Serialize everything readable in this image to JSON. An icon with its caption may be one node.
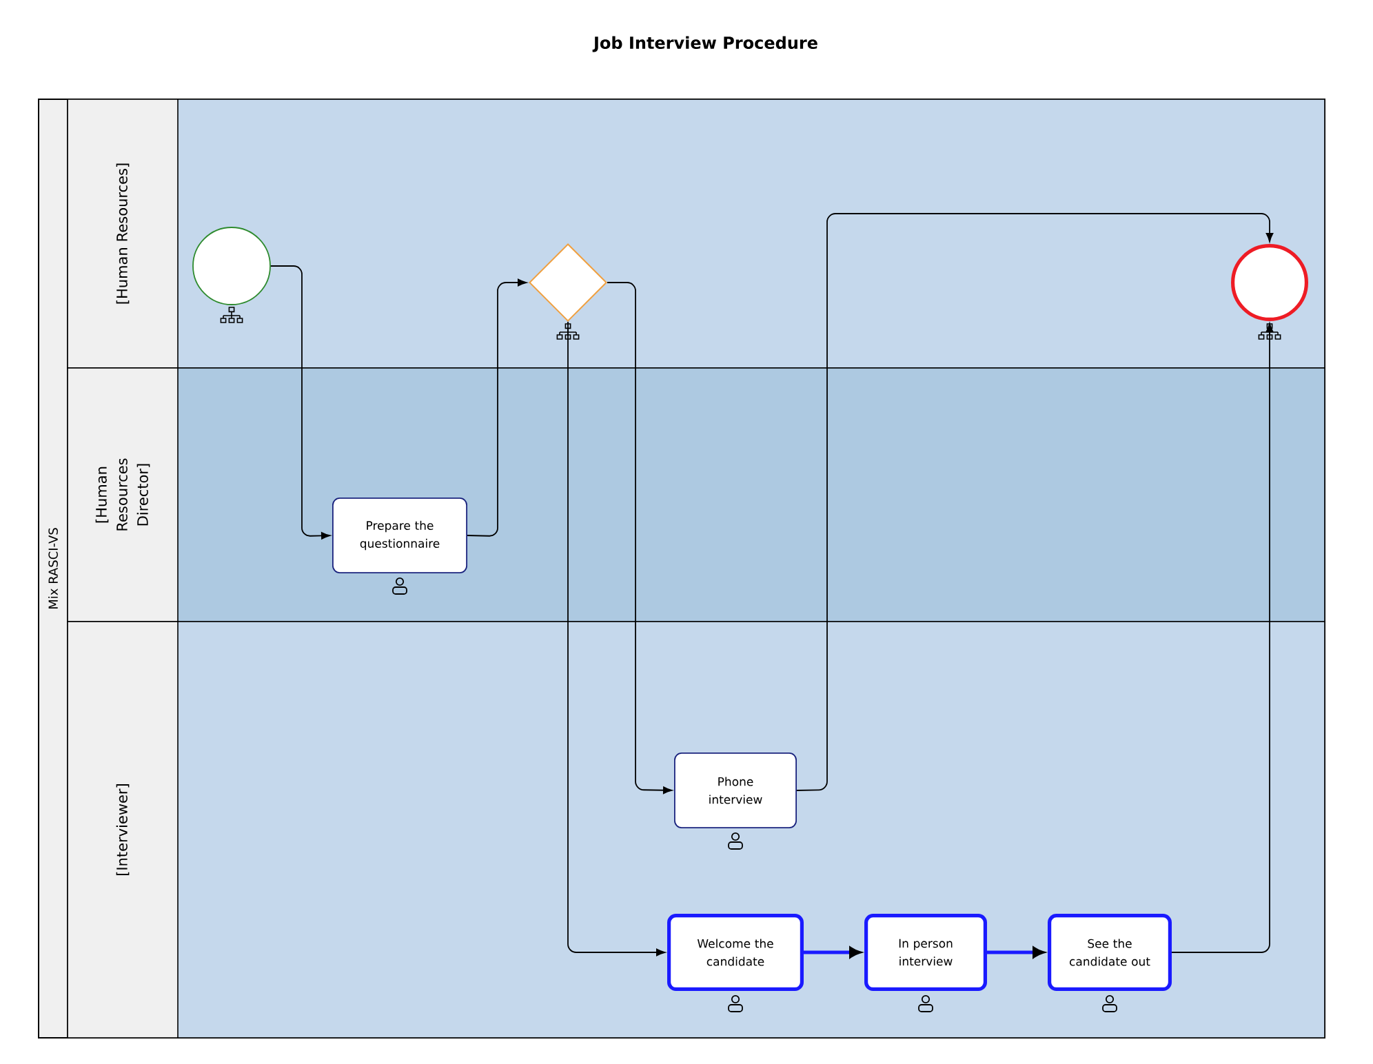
{
  "diagram": {
    "title": "Job Interview Procedure",
    "nodes": [
      {
        "text": [
          "Mix RASCI-VS"
        ]
      },
      {
        "text": [
          "[Human Resources]"
        ],
        "in": 0
      },
      {
        "text": [],
        "shape": "circle",
        "in": 1
      },
      {
        "text": [],
        "shape": "diamond",
        "in": 1
      },
      {
        "text": [],
        "shape": "circle",
        "in": 1
      },
      {
        "text": [
          "[Human Resources Director]"
        ],
        "in": 0
      },
      {
        "text": [
          "Prepare the questionnaire"
        ],
        "in": 5
      },
      {
        "text": [
          "[Interviewer]"
        ],
        "in": 0
      },
      {
        "text": [
          "Phone interview"
        ],
        "in": 7
      },
      {
        "text": [
          "Welcome the candidate"
        ],
        "in": 7
      },
      {
        "text": [
          "In person interview"
        ],
        "in": 7
      },
      {
        "text": [
          "See the candidate out"
        ],
        "in": 7
      }
    ],
    "edges": [
      {
        "from": 2,
        "to": 6,
        "arrow": "to"
      },
      {
        "from": 6,
        "to": 3,
        "arrow": "to"
      },
      {
        "from": 3,
        "to": 8,
        "arrow": "to"
      },
      {
        "from": 3,
        "to": 9,
        "arrow": "to"
      },
      {
        "from": 8,
        "to": 4,
        "arrow": "to"
      },
      {
        "from": 9,
        "to": 10,
        "arrow": "to",
        "style": "thick",
        "color": "#1a1aff"
      },
      {
        "from": 10,
        "to": 11,
        "arrow": "to",
        "style": "thick",
        "color": "#1a1aff"
      },
      {
        "from": 11,
        "to": 4,
        "arrow": "to"
      }
    ]
  }
}
